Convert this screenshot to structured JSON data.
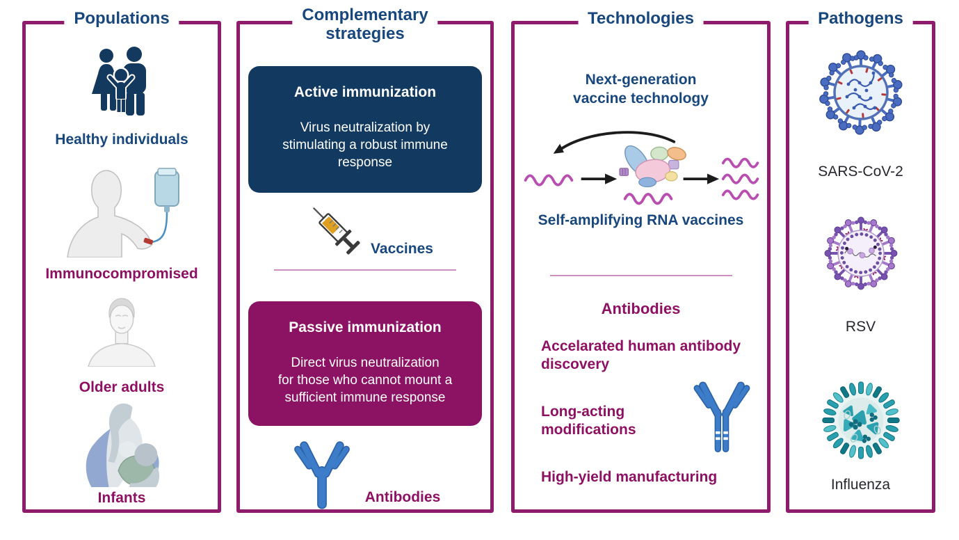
{
  "colors": {
    "border_magenta": "#8e1b6b",
    "heading_navy": "#17477c",
    "text_magenta": "#8e1063",
    "active_box_navy": "#123a60",
    "passive_box_magenta": "#8c1363",
    "antibody_blue": "#3d7cc9",
    "rna_squiggle_magenta": "#b84fb0",
    "divider_pink": "#cf8fbe",
    "pathogen_label_dark": "#26262e"
  },
  "populations": {
    "title": "Populations",
    "items": [
      {
        "label": "Healthy individuals",
        "icon": "family-icon"
      },
      {
        "label": "Immunocompromised",
        "icon": "iv-infusion-icon"
      },
      {
        "label": "Older adults",
        "icon": "older-adult-icon"
      },
      {
        "label": "Infants",
        "icon": "breastfeeding-icon"
      }
    ]
  },
  "strategies": {
    "title_lines": [
      "Complementary",
      "strategies"
    ],
    "active": {
      "heading": "Active immunization",
      "body_lines": [
        "Virus neutralization by",
        "stimulating a robust immune",
        "response"
      ],
      "caption": "Vaccines",
      "icon": "syringe-icon"
    },
    "passive": {
      "heading": "Passive immunization",
      "body_lines": [
        "Direct virus neutralization",
        "for those who cannot mount a",
        "sufficient immune response"
      ],
      "caption": "Antibodies",
      "icon": "antibody-icon"
    }
  },
  "technologies": {
    "title": "Technologies",
    "vaccine_heading_lines": [
      "Next-generation",
      "vaccine technology"
    ],
    "sarna_caption": "Self-amplifying RNA vaccines",
    "antibodies_heading": "Antibodies",
    "bullets": [
      {
        "lines": [
          "Accelarated human antibody",
          "discovery"
        ]
      },
      {
        "lines": [
          "Long-acting",
          "modifications"
        ]
      },
      {
        "lines": [
          "High-yield manufacturing"
        ]
      }
    ]
  },
  "pathogens": {
    "title": "Pathogens",
    "items": [
      {
        "label": "SARS-CoV-2",
        "icon": "coronavirus-icon"
      },
      {
        "label": "RSV",
        "icon": "rsv-virus-icon"
      },
      {
        "label": "Influenza",
        "icon": "influenza-virus-icon"
      }
    ]
  }
}
